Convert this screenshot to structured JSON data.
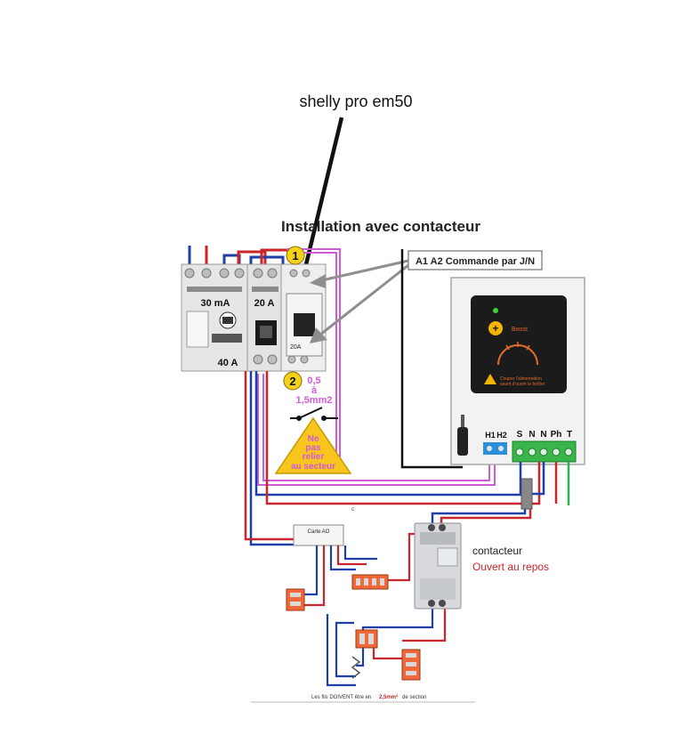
{
  "annotation": {
    "device_label": "shelly pro em50"
  },
  "diagram": {
    "title": "Installation avec contacteur",
    "command_label": "A1 A2 Commande par J/N",
    "marker_1": "1",
    "marker_2": "2",
    "rcd_rating": "30 mA",
    "rcd_current": "40 A",
    "breaker_rating": "20 A",
    "breaker_small": "20A",
    "section_a": "0,5",
    "section_b": "à",
    "section_c": "1,5mm2",
    "warning_line1": "Ne",
    "warning_line2": "pas",
    "warning_line3": "relier",
    "warning_line4": "au secteur",
    "panel_boost": "Boost",
    "panel_note_1": "Couper l'alimentation",
    "panel_note_2": "avant d'ouvrir le boîtier",
    "terminal_h1": "H1",
    "terminal_h2": "H2",
    "terminal_s": "S",
    "terminal_n1": "N",
    "terminal_n2": "N",
    "terminal_ph": "Ph",
    "terminal_t": "T",
    "carte_label": "Carte AO",
    "junction_c": "c",
    "contactor_label": "contacteur",
    "contactor_state": "Ouvert au repos",
    "footer_note_1": "Les fils DOIVENT être en",
    "footer_note_2": "2,5mm²",
    "footer_note_3": "de section"
  },
  "colors": {
    "wire_blue": "#1f3fa8",
    "wire_red": "#c8262a",
    "wire_green": "#2fb24a",
    "wire_magenta": "#d25ad8",
    "wire_black": "#111111",
    "marker_yellow": "#f4d21c",
    "warning_yellow": "#f7c51d",
    "terminal_green": "#39b54a",
    "terminal_blue": "#2f8fd6",
    "panel_black": "#1b1b1b",
    "contactor_red_text": "#c8262a"
  }
}
